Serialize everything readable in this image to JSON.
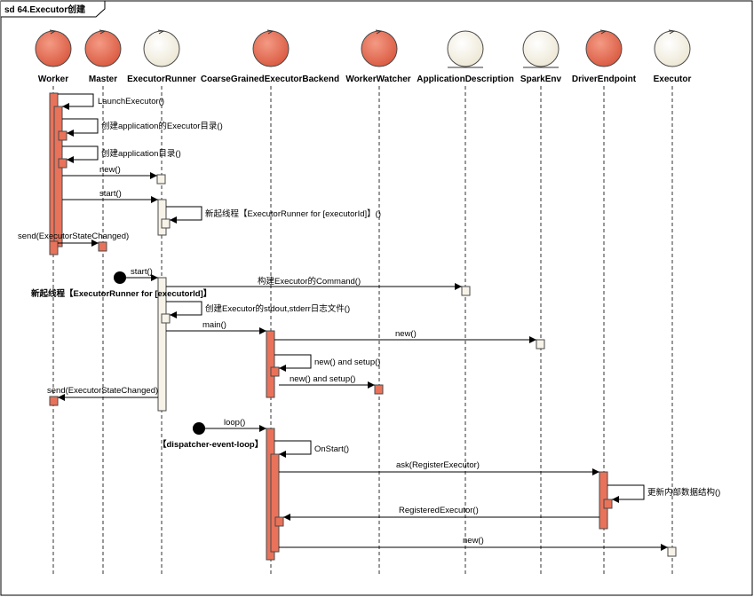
{
  "frame": {
    "title": "sd 64.Executor创建"
  },
  "colors": {
    "active": "#e8735a",
    "passive": "#f7f3e8",
    "stroke": "#4a4a4a"
  },
  "lifelines": [
    {
      "name": "Worker",
      "kind": "active"
    },
    {
      "name": "Master",
      "kind": "active"
    },
    {
      "name": "ExecutorRunner",
      "kind": "passive"
    },
    {
      "name": "CoarseGrainedExecutorBackend",
      "kind": "active"
    },
    {
      "name": "WorkerWatcher",
      "kind": "active"
    },
    {
      "name": "ApplicationDescription",
      "kind": "passive"
    },
    {
      "name": "SparkEnv",
      "kind": "passive"
    },
    {
      "name": "DriverEndpoint",
      "kind": "active"
    },
    {
      "name": "Executor",
      "kind": "passive"
    }
  ],
  "messages": [
    "LaunchExecutor()",
    "创建application的Executor目录()",
    "创建application目录()",
    "new()",
    "start()",
    "新起线程【ExecutorRunner for [executorId]】()",
    "send(ExecutorStateChanged)",
    "start()",
    "构建Executor的Command()",
    "创建Executor的stdout,stderr日志文件()",
    "main()",
    "new()",
    "new() and setup()",
    "new() and setup()",
    "send(ExecutorStateChanged)",
    "loop()",
    "OnStart()",
    "ask(RegisterExecutor)",
    "更新内部数据结构()",
    "RegisteredExecutor()",
    "new()"
  ],
  "notes": [
    "新起线程【ExecutorRunner for [executorId]】",
    "【dispatcher-event-loop】"
  ]
}
